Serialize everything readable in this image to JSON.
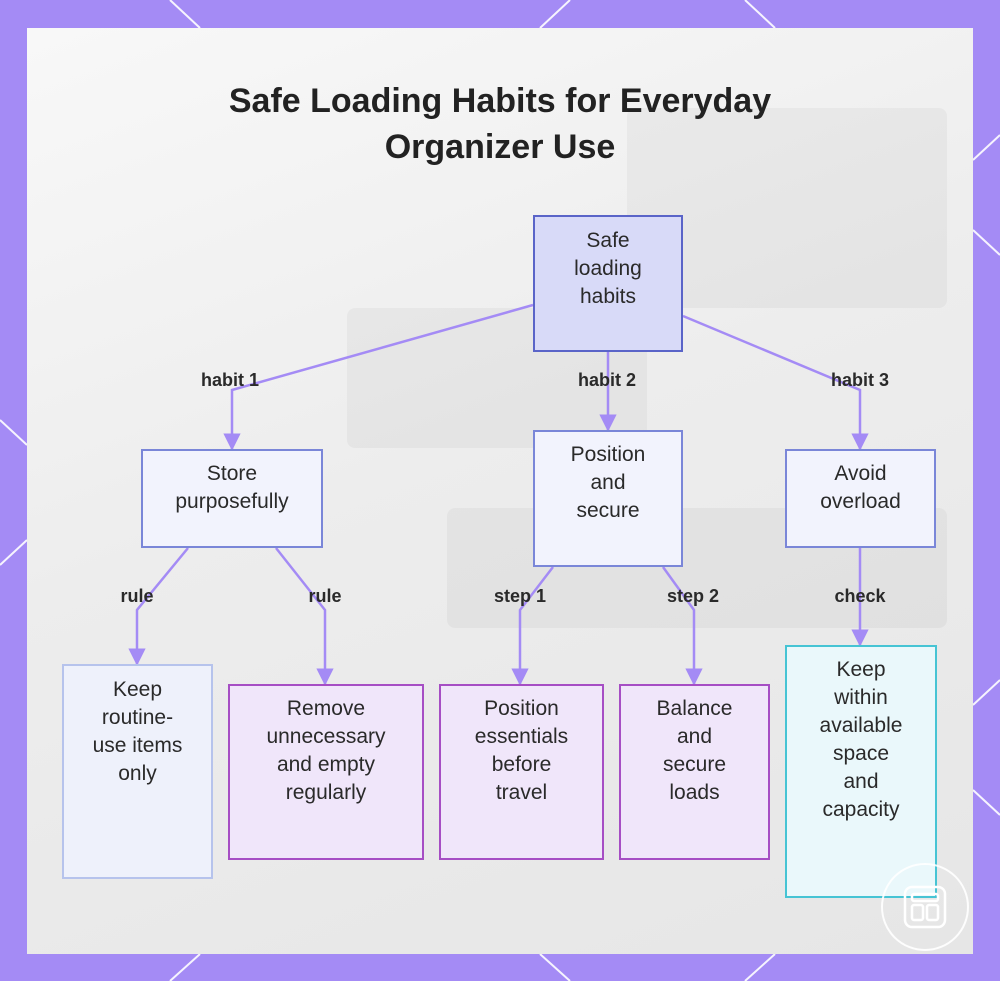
{
  "title": {
    "line1": "Safe Loading Habits for Everyday",
    "line2": "Organizer Use"
  },
  "nodes": {
    "root": [
      "Safe",
      "loading",
      "habits"
    ],
    "store": [
      "Store",
      "purposefully"
    ],
    "position": [
      "Position",
      "and",
      "secure"
    ],
    "avoid": [
      "Avoid",
      "overload"
    ],
    "keep_routine": [
      "Keep",
      "routine-",
      "use items",
      "only"
    ],
    "remove": [
      "Remove",
      "unnecessary",
      "and empty",
      "regularly"
    ],
    "position_essentials": [
      "Position",
      "essentials",
      "before",
      "travel"
    ],
    "balance": [
      "Balance",
      "and",
      "secure",
      "loads"
    ],
    "keep_within": [
      "Keep",
      "within",
      "available",
      "space",
      "and",
      "capacity"
    ]
  },
  "edge_labels": {
    "habit1": "habit 1",
    "habit2": "habit 2",
    "habit3": "habit 3",
    "rule_a": "rule",
    "rule_b": "rule",
    "step1": "step 1",
    "step2": "step 2",
    "check": "check"
  },
  "colors": {
    "frame": "#a48bf5",
    "connector": "#a48bf5",
    "root_fill": "#d8daf8",
    "purple_border": "#a64ec4",
    "cyan_border": "#46c4d4"
  },
  "logo_icon": "grid-app-icon"
}
